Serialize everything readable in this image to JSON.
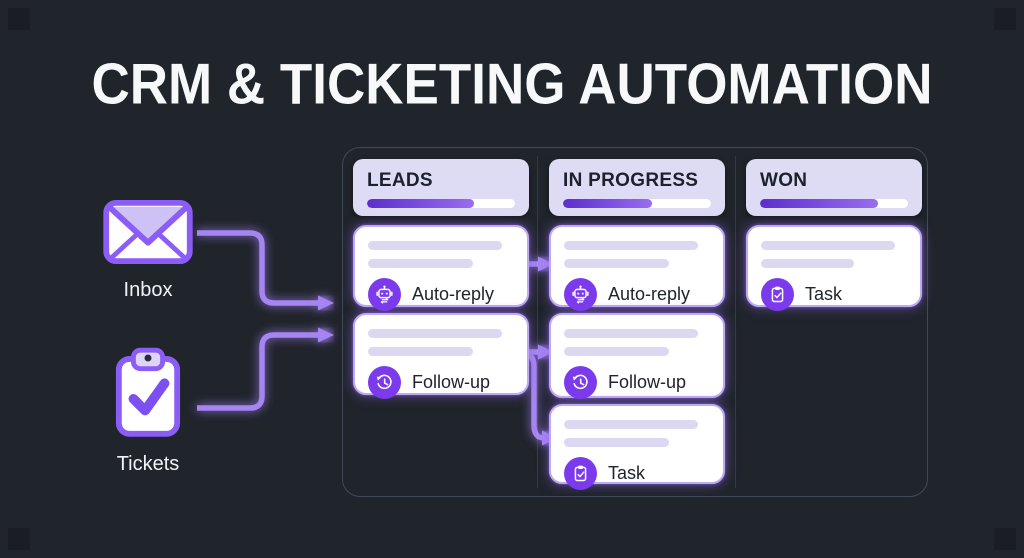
{
  "title": "CRM & TICKETING AUTOMATION",
  "sources": [
    {
      "label": "Inbox",
      "icon": "envelope-icon"
    },
    {
      "label": "Tickets",
      "icon": "clipboard-check-icon"
    }
  ],
  "board": {
    "columns": [
      {
        "name": "LEADS",
        "progress": 72,
        "cards": [
          {
            "label": "Auto-reply",
            "icon": "robot-icon"
          },
          {
            "label": "Follow-up",
            "icon": "history-clock-icon"
          }
        ]
      },
      {
        "name": "IN PROGRESS",
        "progress": 60,
        "cards": [
          {
            "label": "Auto-reply",
            "icon": "robot-icon"
          },
          {
            "label": "Follow-up",
            "icon": "history-clock-icon"
          },
          {
            "label": "Task",
            "icon": "clipboard-check-icon"
          }
        ]
      },
      {
        "name": "WON",
        "progress": 80,
        "cards": [
          {
            "label": "Task",
            "icon": "clipboard-check-icon"
          }
        ]
      }
    ]
  },
  "flows": [
    "inbox-to-leads",
    "tickets-to-leads",
    "leads-autoreply-to-inprogress-autoreply",
    "leads-followup-to-inprogress-followup",
    "leads-followup-to-inprogress-task"
  ],
  "colors": {
    "background": "#20242b",
    "accent_purple": "#8b5cf6",
    "arrow_purple": "#a685f2",
    "chip_purple": "#7c3aed",
    "header_bg": "#dedbf4",
    "progress_gradient_start": "#5b2ece",
    "progress_gradient_end": "#9a6cf0",
    "card_border": "#bfa9f3",
    "skeleton": "#dcd8f1"
  }
}
